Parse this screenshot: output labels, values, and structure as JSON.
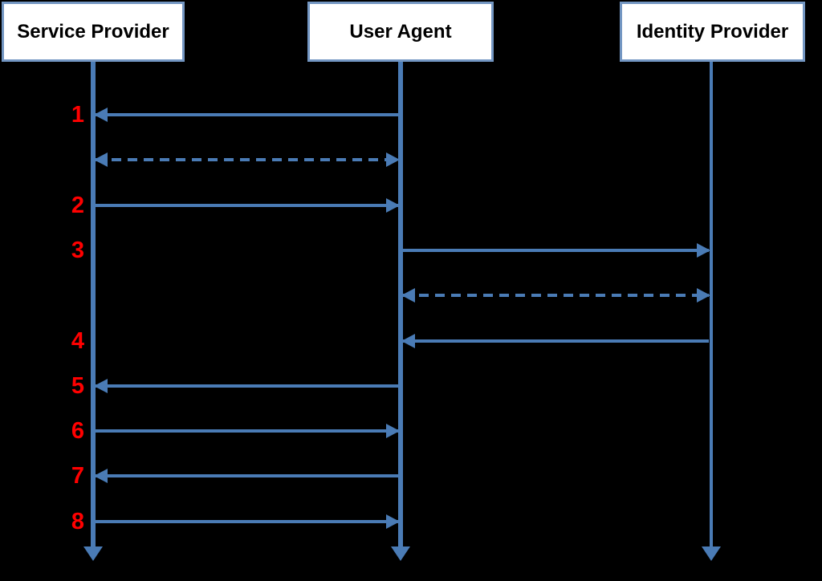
{
  "diagram": {
    "type": "sequence-diagram",
    "participants": [
      {
        "id": "sp",
        "label": "Service Provider"
      },
      {
        "id": "ua",
        "label": "User Agent"
      },
      {
        "id": "idp",
        "label": "Identity Provider"
      }
    ],
    "messages": [
      {
        "number": "1",
        "from": "ua",
        "to": "sp",
        "line": "solid",
        "bidirectional": false
      },
      {
        "number": "",
        "from": "sp",
        "to": "ua",
        "line": "dashed",
        "bidirectional": true
      },
      {
        "number": "2",
        "from": "sp",
        "to": "ua",
        "line": "solid",
        "bidirectional": false
      },
      {
        "number": "3",
        "from": "ua",
        "to": "idp",
        "line": "solid",
        "bidirectional": false
      },
      {
        "number": "",
        "from": "ua",
        "to": "idp",
        "line": "dashed",
        "bidirectional": true
      },
      {
        "number": "4",
        "from": "idp",
        "to": "ua",
        "line": "solid",
        "bidirectional": false
      },
      {
        "number": "5",
        "from": "ua",
        "to": "sp",
        "line": "solid",
        "bidirectional": false
      },
      {
        "number": "6",
        "from": "sp",
        "to": "ua",
        "line": "solid",
        "bidirectional": false
      },
      {
        "number": "7",
        "from": "ua",
        "to": "sp",
        "line": "solid",
        "bidirectional": false
      },
      {
        "number": "8",
        "from": "sp",
        "to": "ua",
        "line": "solid",
        "bidirectional": false
      }
    ],
    "colors": {
      "background": "#000000",
      "arrow_blue": "#4a7bb5",
      "box_border": "#7396c2",
      "box_fill": "#ffffff",
      "box_text": "#000000",
      "number_red": "#ff0000"
    }
  }
}
